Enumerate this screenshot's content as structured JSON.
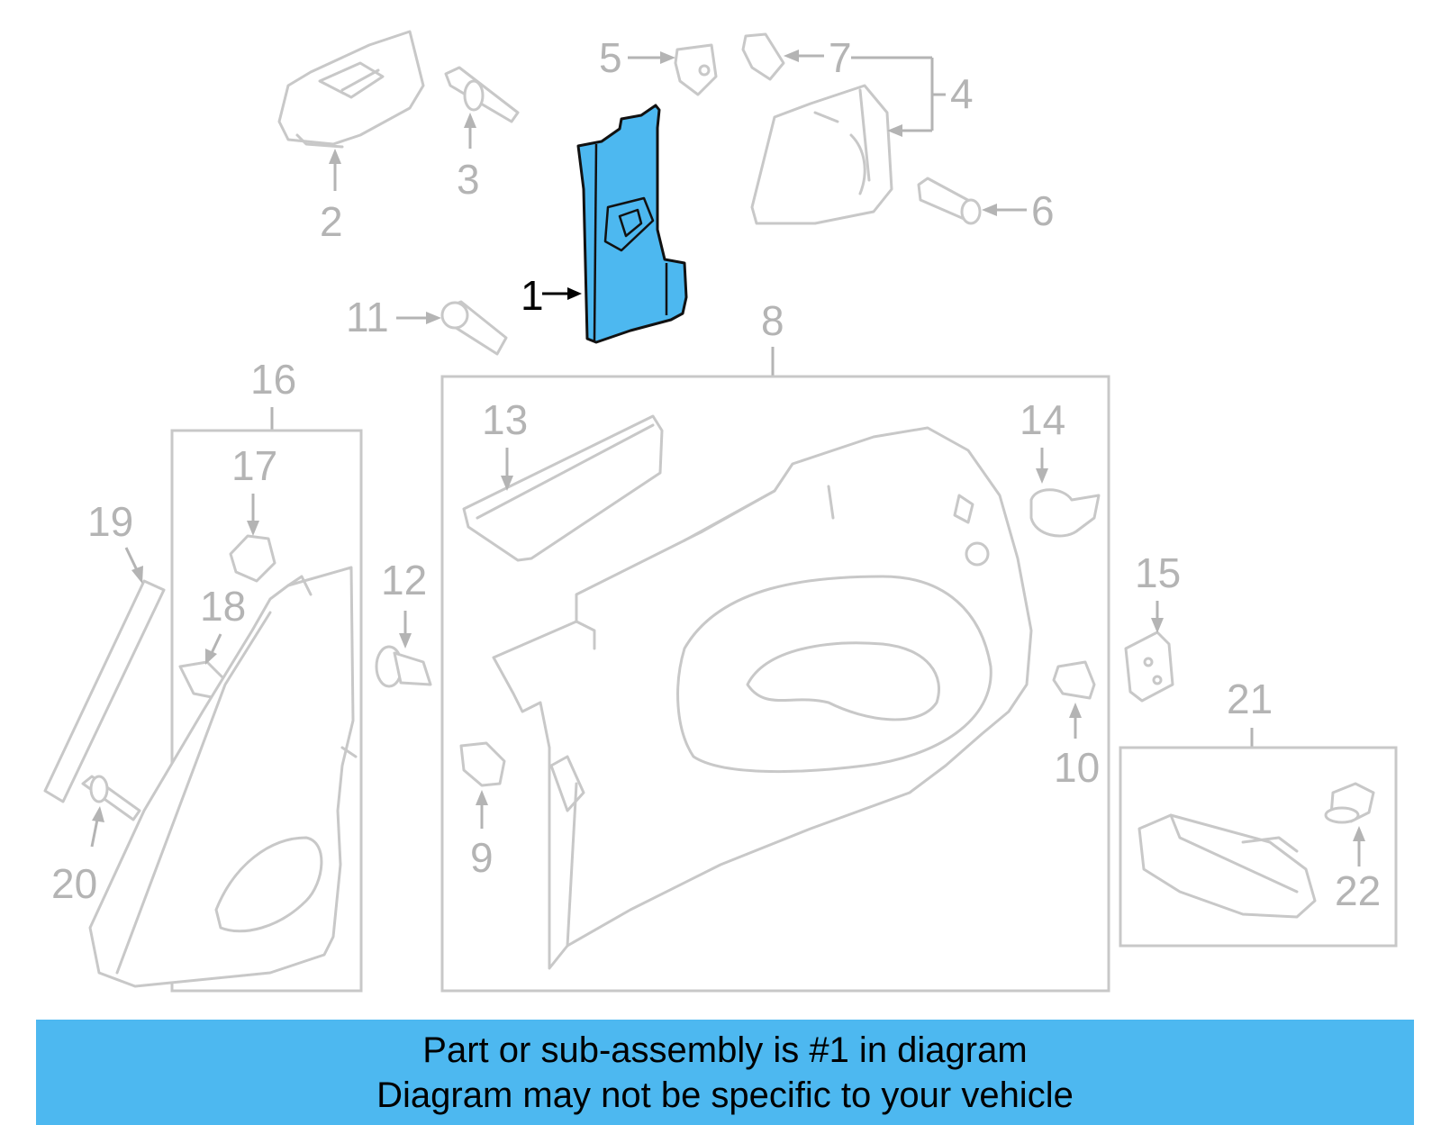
{
  "callouts": {
    "c1": "1",
    "c2": "2",
    "c3": "3",
    "c4": "4",
    "c5": "5",
    "c6": "6",
    "c7": "7",
    "c8": "8",
    "c9": "9",
    "c10": "10",
    "c11": "11",
    "c12": "12",
    "c13": "13",
    "c14": "14",
    "c15": "15",
    "c16": "16",
    "c17": "17",
    "c18": "18",
    "c19": "19",
    "c20": "20",
    "c21": "21",
    "c22": "22"
  },
  "banner": {
    "line1": "Part or sub-assembly is #1 in diagram",
    "line2": "Diagram may not be specific to your vehicle"
  },
  "colors": {
    "highlight": "#4db8f0",
    "banner": "#4db8f0",
    "linework": "#c8c8c8",
    "callout_text": "#b4b4b4"
  }
}
